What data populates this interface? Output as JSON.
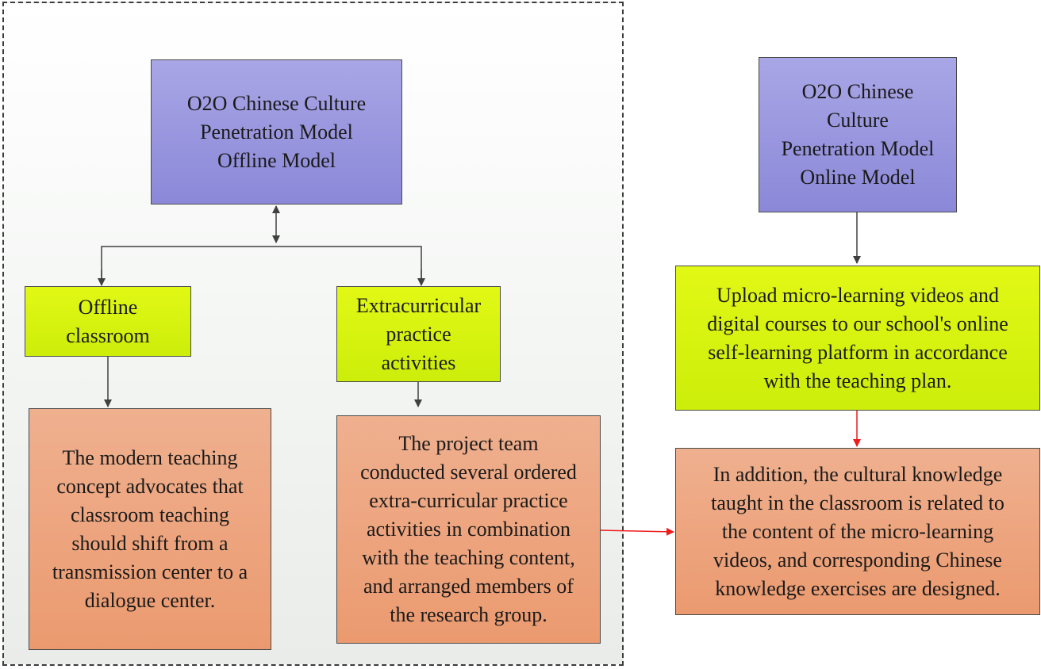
{
  "offline_model": {
    "title": "O2O Chinese Culture\nPenetration Model\nOffline Model"
  },
  "online_model": {
    "title": "O2O Chinese\nCulture\nPenetration Model\nOnline Model"
  },
  "offline_classroom": {
    "label": "Offline\nclassroom",
    "description": "The modern teaching\nconcept advocates that\nclassroom teaching\nshould shift from a\ntransmission center to a\ndialogue center."
  },
  "extracurricular": {
    "label": "Extracurricular\npractice\nactivities",
    "description": "The project team\nconducted several ordered\nextra-curricular practice\nactivities in combination\nwith the teaching content,\nand arranged members of\nthe research group."
  },
  "online_upload": {
    "text": "Upload micro-learning videos and\ndigital courses to our school's online\nself-learning platform in accordance\nwith the teaching plan."
  },
  "online_addition": {
    "text": "In addition, the cultural knowledge\ntaught in the classroom is related to\nthe content of the micro-learning\nvideos, and corresponding Chinese\nknowledge exercises are designed."
  },
  "colors": {
    "model_box": "#9a97df",
    "category_box": "#d6f30f",
    "detail_box": "#ed a57f",
    "arrow_dark": "#404040",
    "arrow_red": "#ee1c1c"
  }
}
